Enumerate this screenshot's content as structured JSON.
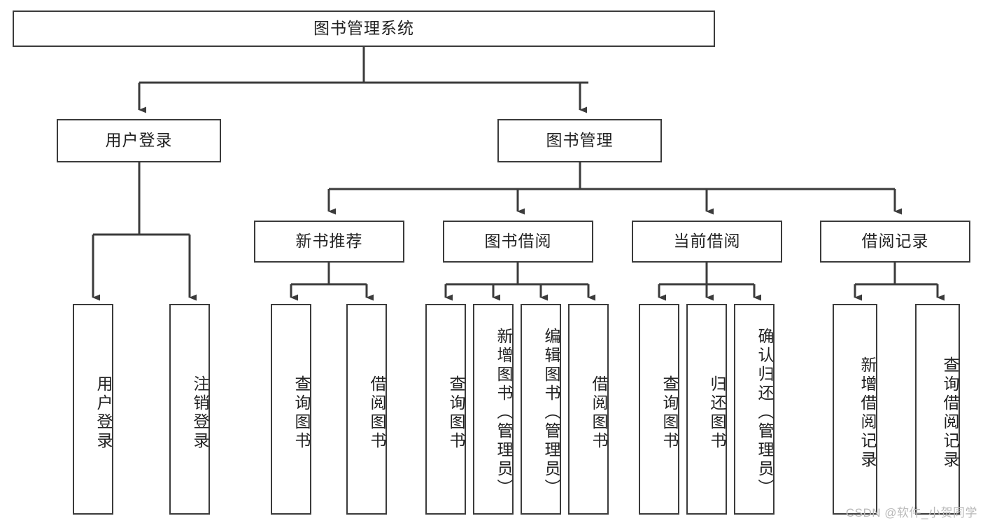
{
  "diagram": {
    "title": "图书管理系统",
    "watermark": "CSDN @软件_小贺同学",
    "levels": {
      "root": {
        "label": "图书管理系统"
      },
      "level2": [
        {
          "label": "用户登录"
        },
        {
          "label": "图书管理"
        }
      ],
      "level3": [
        {
          "label": "新书推荐"
        },
        {
          "label": "图书借阅"
        },
        {
          "label": "当前借阅"
        },
        {
          "label": "借阅记录"
        }
      ],
      "leaves_user_login": [
        {
          "label": "用户登录"
        },
        {
          "label": "注销登录"
        }
      ],
      "leaves_new_book": [
        {
          "label": "查询图书"
        },
        {
          "label": "借阅图书"
        }
      ],
      "leaves_borrow": [
        {
          "label": "查询图书"
        },
        {
          "label": "新增图书（管理员）"
        },
        {
          "label": "编辑图书（管理员）"
        },
        {
          "label": "借阅图书"
        }
      ],
      "leaves_current": [
        {
          "label": "查询图书"
        },
        {
          "label": "归还图书"
        },
        {
          "label": "确认归还（管理员）"
        }
      ],
      "leaves_records": [
        {
          "label": "新增借阅记录"
        },
        {
          "label": "查询借阅记录"
        }
      ]
    },
    "colors": {
      "stroke": "#3b3b3b",
      "fill": "#ffffff",
      "text": "#222222",
      "watermark": "#b9b9b9"
    }
  }
}
